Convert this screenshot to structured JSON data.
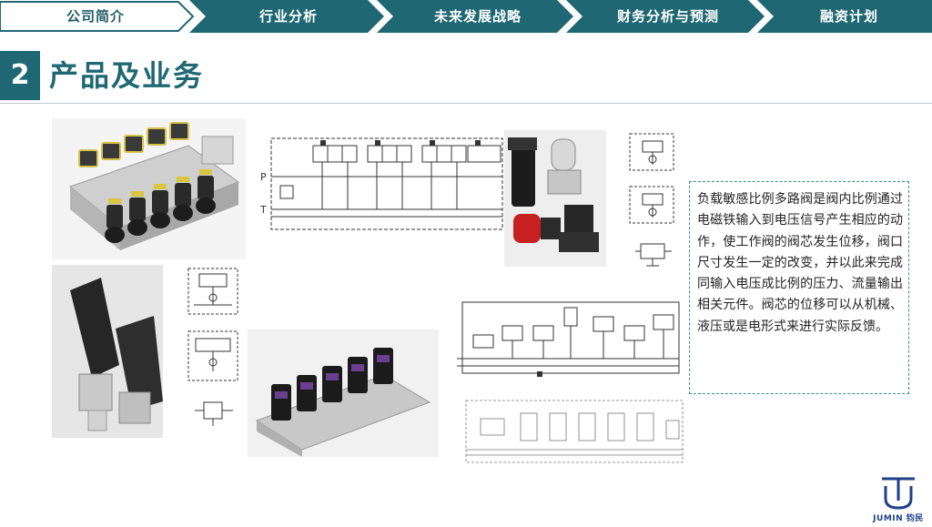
{
  "nav": {
    "items": [
      {
        "label": "公司简介",
        "active": true
      },
      {
        "label": "行业分析",
        "active": false
      },
      {
        "label": "未来发展战略",
        "active": false
      },
      {
        "label": "财务分析与预测",
        "active": false
      },
      {
        "label": "融资计划",
        "active": false
      }
    ]
  },
  "section": {
    "number": "2",
    "title": "产品及业务"
  },
  "description": "负载敏感比例多路阀是阀内比例通过电磁铁输入到电压信号产生相应的动作，使工作阀的阀芯发生位移，阀口尺寸发生一定的改变，并以此来完成同输入电压成比例的压力、流量输出相关元件。阀芯的位移可以从机械、液压或是电形式来进行实际反馈。",
  "schematic_labels": {
    "p": "P",
    "t": "T"
  },
  "logo": {
    "text": "JUMIN 钧民"
  },
  "colors": {
    "nav_bg": "#1f6873",
    "accent": "#1f6873",
    "active_tab_bg": "#ffffff",
    "box_border": "#3d8a96"
  }
}
